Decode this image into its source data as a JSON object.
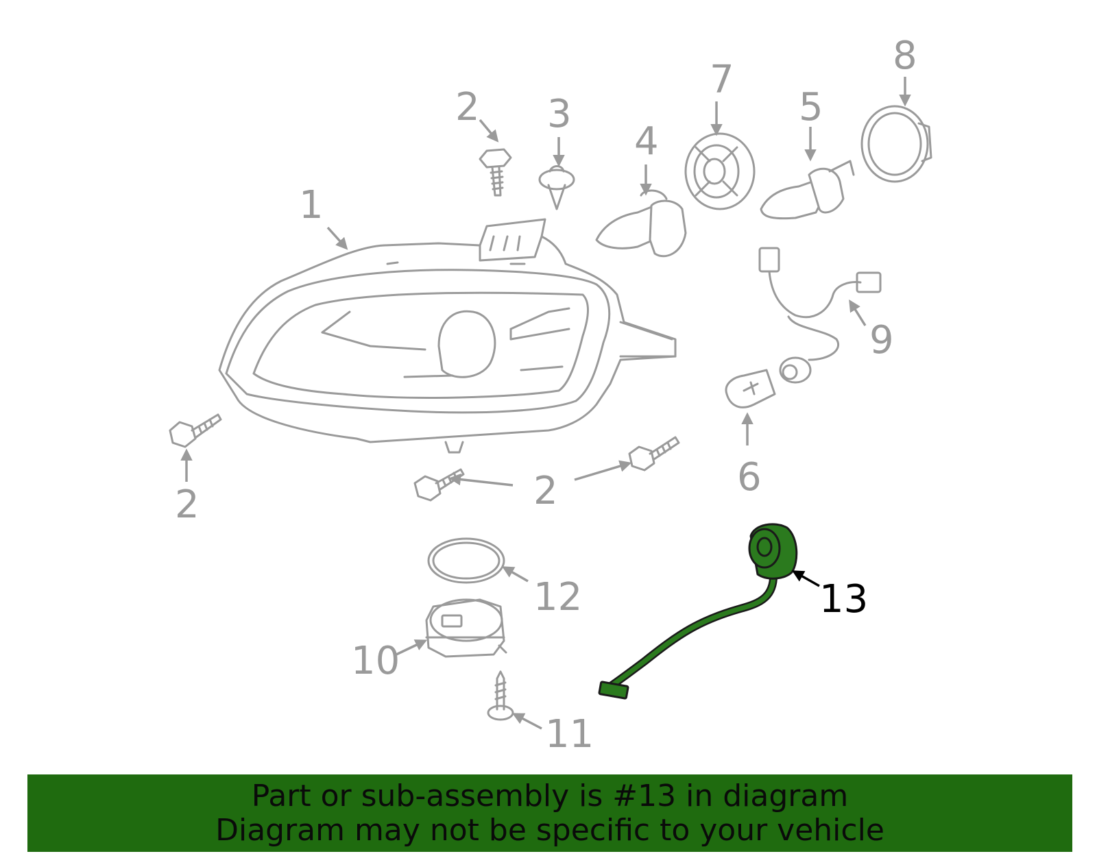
{
  "callouts": {
    "c1": "1",
    "c2a": "2",
    "c2b": "2",
    "c2c": "2",
    "c3": "3",
    "c4": "4",
    "c5": "5",
    "c6": "6",
    "c7": "7",
    "c8": "8",
    "c9": "9",
    "c10": "10",
    "c11": "11",
    "c12": "12",
    "c13": "13"
  },
  "banner": {
    "line1": "Part or sub-assembly is #13 in diagram",
    "line2": "Diagram may not be specific to your vehicle"
  },
  "colors": {
    "highlight_part": "#2b7a1e",
    "banner_bg": "#1f6b0f",
    "line_art": "#9a9a9a"
  },
  "highlighted_part": "13"
}
